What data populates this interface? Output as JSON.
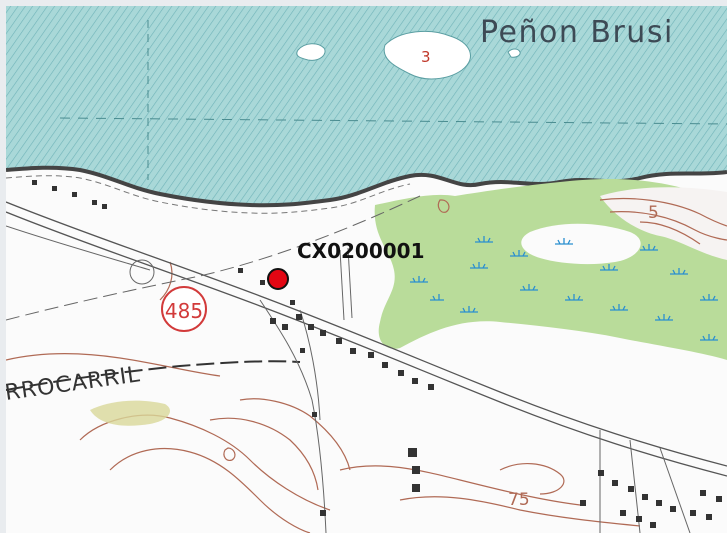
{
  "map": {
    "place_name": "Peñon Brusi",
    "marker_label": "CX0200001",
    "route_number": "485",
    "railway_label": "RROCARRIL",
    "contour_label_east": "5",
    "contour_label_south": "75",
    "islet_label": "3",
    "colors": {
      "sea": "#a9d8d8",
      "sea_hatch": "#6fb3b8",
      "land": "#fbfbfb",
      "wetland": "#b9dc9a",
      "marsh_symbol": "#2a8fd0",
      "contour": "#b06a55",
      "road": "#555555",
      "marker": "#e30613",
      "route_shield": "#d23a3a",
      "frame": "#e9ecef"
    }
  }
}
